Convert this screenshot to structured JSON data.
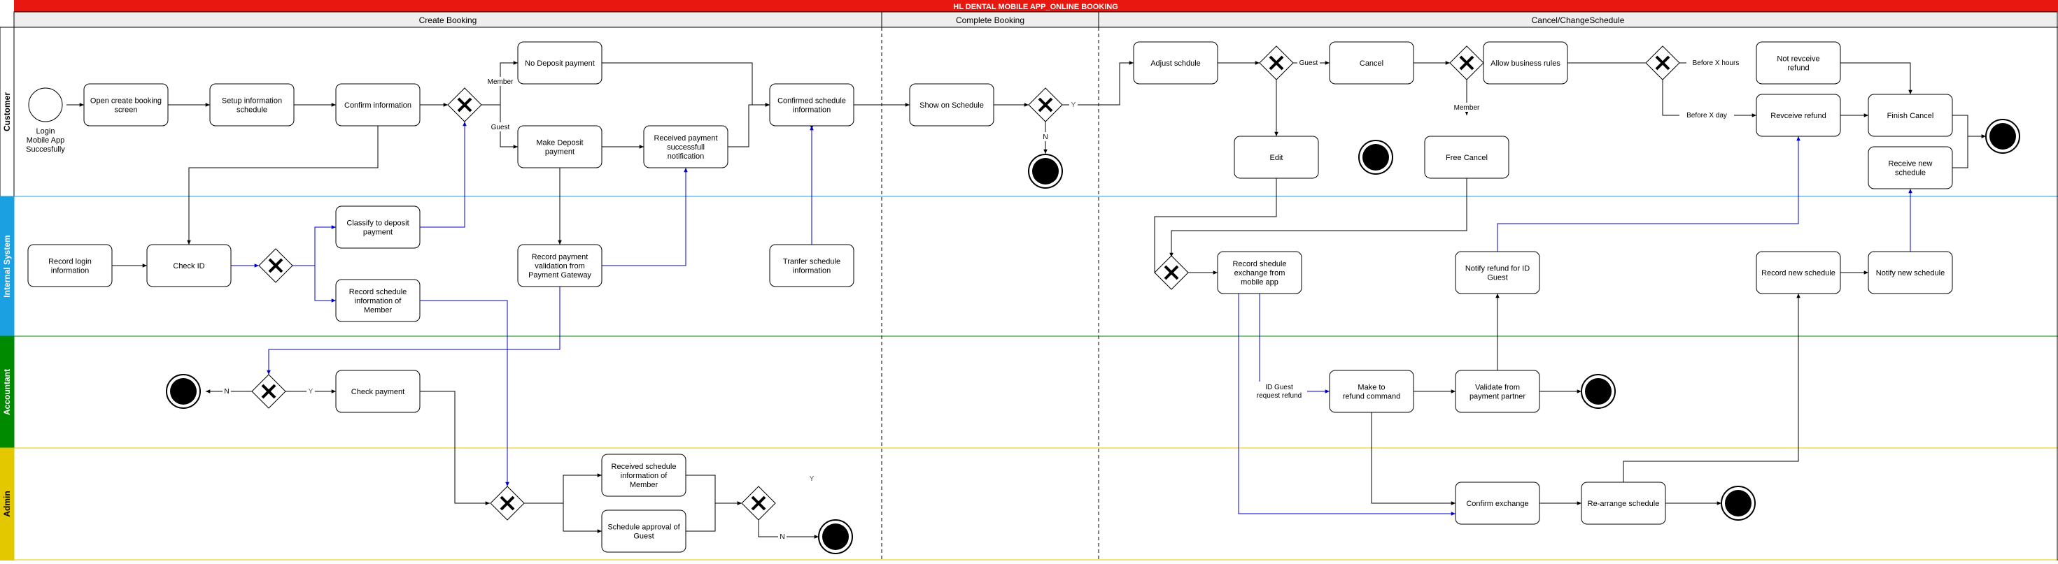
{
  "title": "HL DENTAL MOBILE APP_ONLINE BOOKING",
  "phases": [
    "Create Booking",
    "Complete Booking",
    "Cancel/ChangeSchedule"
  ],
  "lanes": [
    "Customer",
    "Internal System",
    "Accountant",
    "Admin"
  ],
  "colors": {
    "title_bg": "#e8170f",
    "lane_customer": "#ffffff",
    "lane_internal": "#1ba1e2",
    "lane_accountant": "#008a00",
    "lane_admin": "#e3c800",
    "flow_black": "#000000",
    "flow_blue": "#0000cc"
  },
  "nodes": {
    "start_login_label": "Login\nMobile App\nSuccesfully",
    "open_create_booking": "Open create booking\nscreen",
    "setup_info_schedule": "Setup information\nschedule",
    "confirm_information": "Confirm information",
    "no_deposit_payment": "No Deposit payment",
    "make_deposit_payment": "Make Deposit\npayment",
    "received_payment_notification": "Received payment\nsuccessfull\nnotification",
    "confirmed_schedule_information": "Confirmed schedule\ninformation",
    "show_on_schedule": "Show on Schedule",
    "adjust_schedule": "Adjust schdule",
    "cancel": "Cancel",
    "allow_business_rules": "Allow business rules",
    "not_receive_refund": "Not revceive\nrefund",
    "receive_refund": "Revceive refund",
    "finish_cancel": "Finish Cancel",
    "receive_new_schedule": "Receive new\nschedule",
    "edit": "Edit",
    "free_cancel": "Free Cancel",
    "record_login_information": "Record login\ninformation",
    "check_id": "Check ID",
    "classify_to_deposit": "Classify to deposit\npayment",
    "record_schedule_member": "Record schedule\ninformation of\nMember",
    "record_payment_validation": "Record payment\nvalidation from\nPayment Gateway",
    "transfer_schedule_information": "Tranfer schedule\ninformation",
    "record_schedule_exchange": "Record shedule\nexchange from\nmobile app",
    "notify_refund_id_guest": "Notify refund for ID\nGuest",
    "record_new_schedule": "Record new schedule",
    "notify_new_schedule": "Notify new schedule",
    "check_payment": "Check payment",
    "make_refund_command": "Make to\nrefund command",
    "validate_from_payment_partner": "Validate from\npayment partner",
    "received_schedule_member": "Received schedule\ninformation of\nMember",
    "schedule_approval_guest": "Schedule approval of\nGuest",
    "confirm_exchange": "Confirm exchange",
    "rearrange_schedule": "Re-arrange schedule"
  },
  "edge_labels": {
    "member": "Member",
    "guest": "Guest",
    "yes": "Y",
    "no": "N",
    "guest2": "Guest",
    "member2": "Member",
    "before_x_hours": "Before X hours",
    "before_x_day": "Before X day",
    "id_guest_request_refund": "ID Guest\nrequest refund",
    "acc_no": "N",
    "acc_yes": "Y",
    "admin_yes": "Y",
    "admin_no": "N"
  }
}
